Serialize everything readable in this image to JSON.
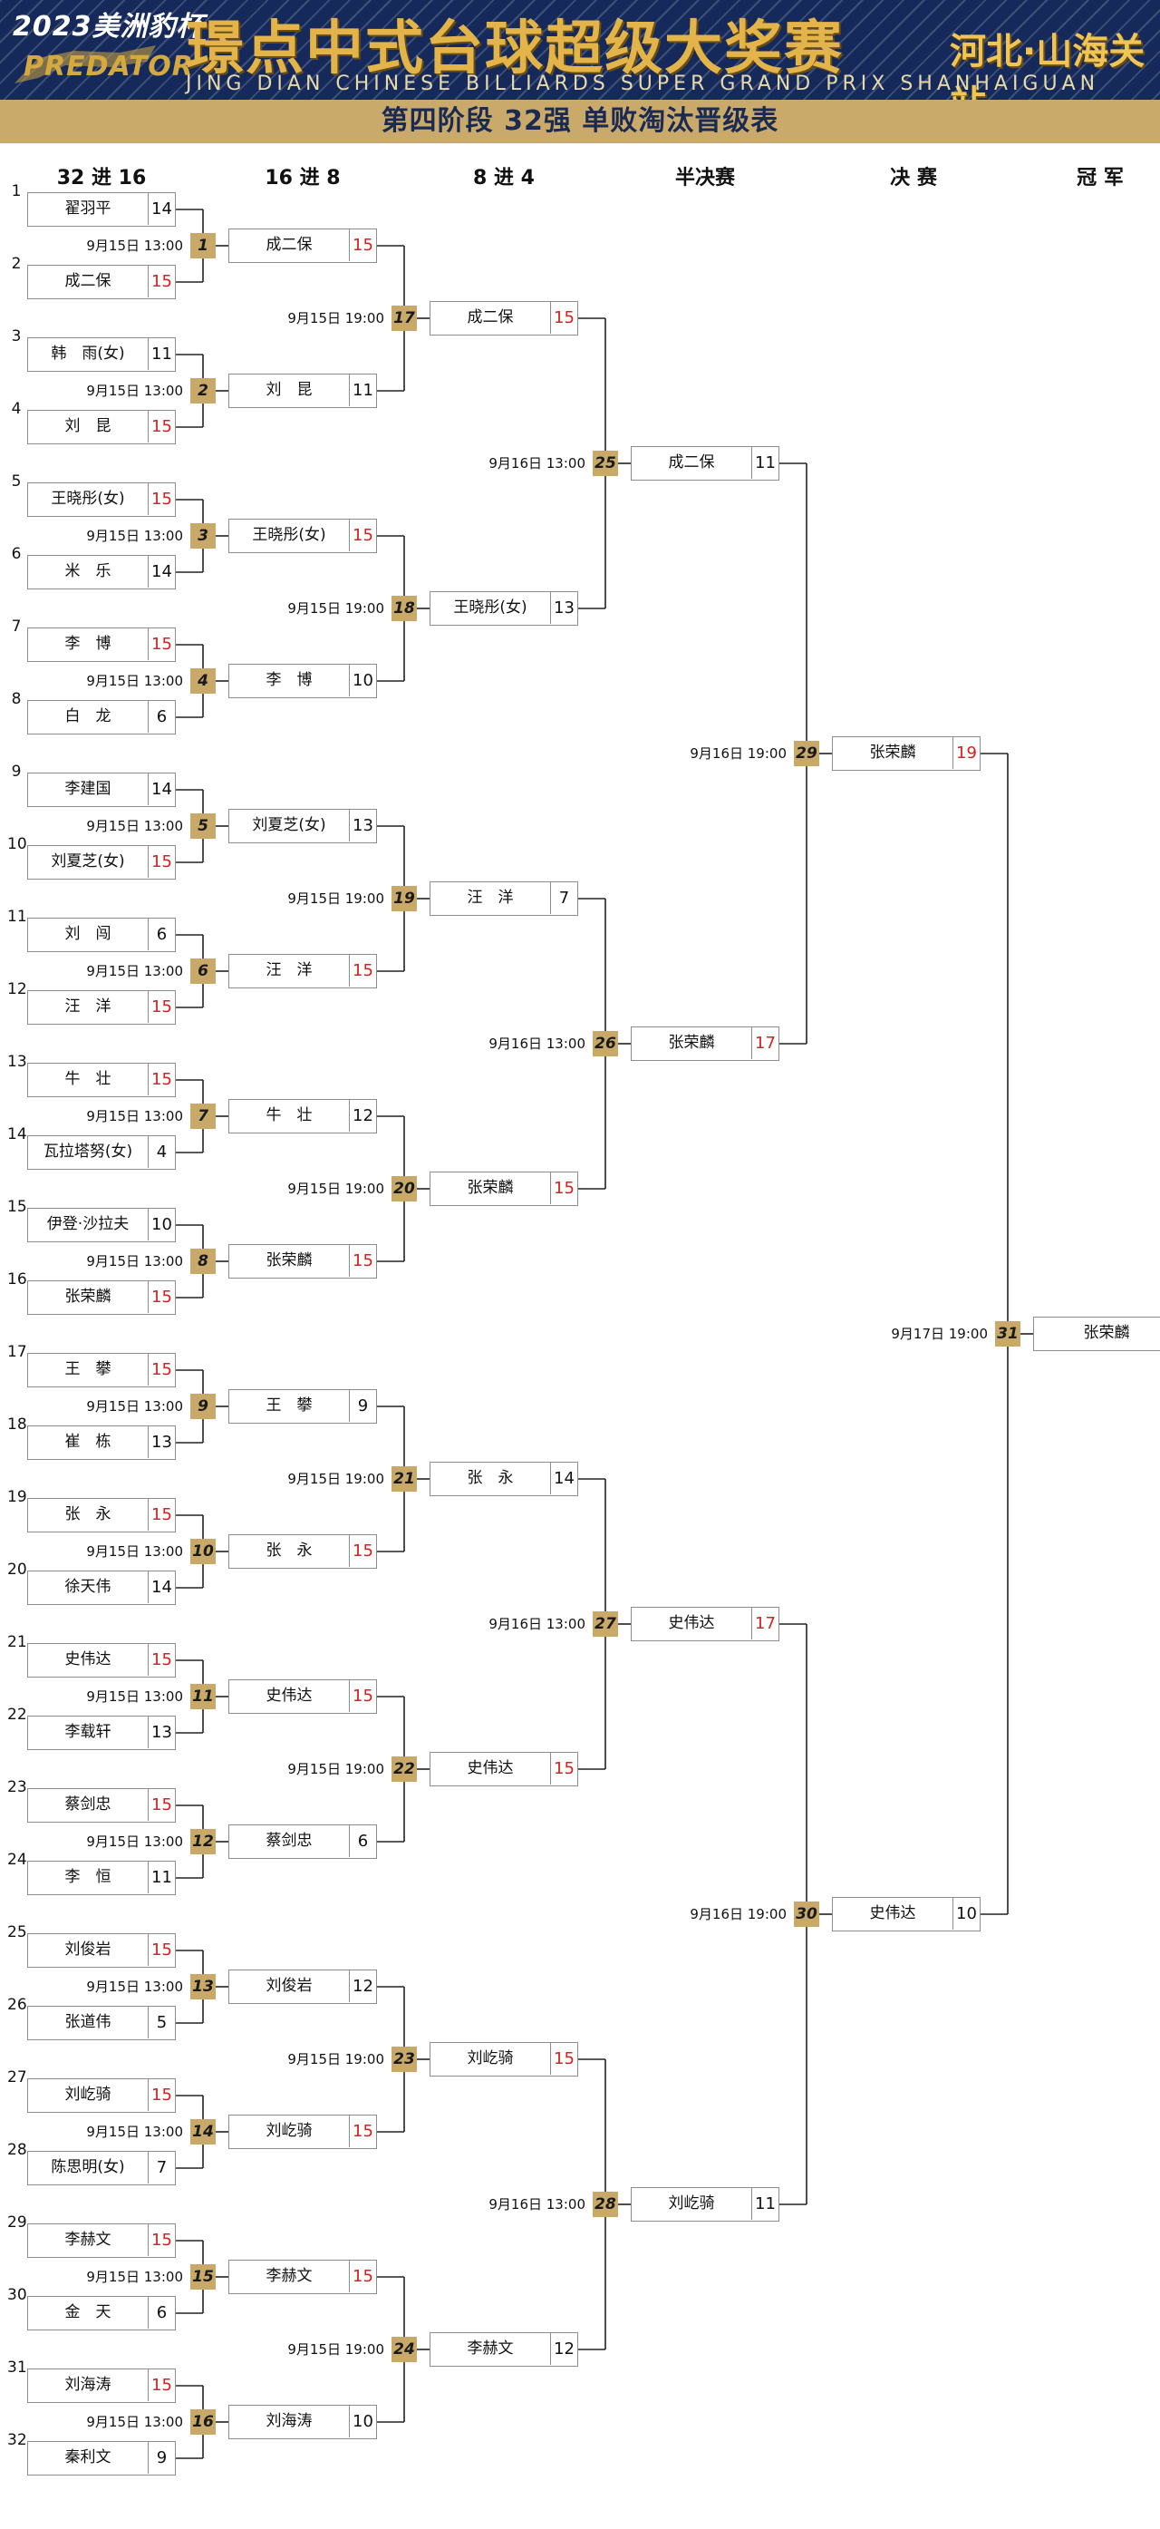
{
  "header": {
    "cup": "2023美洲豹杯",
    "brand": "PREDATOR",
    "title": "璟点中式台球超级大奖赛",
    "station": "河北·山海关站",
    "subtitle": "JING DIAN CHINESE BILLIARDS SUPER GRAND PRIX SHANHAIGUAN",
    "stage": "第四阶段 32强 单败淘汰晋级表"
  },
  "rounds": [
    "32 进 16",
    "16 进 8",
    "8 进 4",
    "半决赛",
    "决 赛",
    "冠 军"
  ],
  "r1": [
    {
      "seed": "1",
      "name": "翟羽平",
      "score": "14"
    },
    {
      "seed": "2",
      "name": "成二保",
      "score": "15"
    },
    {
      "seed": "3",
      "name": "韩　雨(女)",
      "score": "11"
    },
    {
      "seed": "4",
      "name": "刘　昆",
      "score": "15"
    },
    {
      "seed": "5",
      "name": "王晓彤(女)",
      "score": "15"
    },
    {
      "seed": "6",
      "name": "米　乐",
      "score": "14"
    },
    {
      "seed": "7",
      "name": "李　博",
      "score": "15"
    },
    {
      "seed": "8",
      "name": "白　龙",
      "score": "6"
    },
    {
      "seed": "9",
      "name": "李建国",
      "score": "14"
    },
    {
      "seed": "10",
      "name": "刘夏芝(女)",
      "score": "15"
    },
    {
      "seed": "11",
      "name": "刘　闯",
      "score": "6"
    },
    {
      "seed": "12",
      "name": "汪　洋",
      "score": "15"
    },
    {
      "seed": "13",
      "name": "牛　壮",
      "score": "15"
    },
    {
      "seed": "14",
      "name": "瓦拉塔努(女)",
      "score": "4"
    },
    {
      "seed": "15",
      "name": "伊登·沙拉夫",
      "score": "10"
    },
    {
      "seed": "16",
      "name": "张荣麟",
      "score": "15"
    },
    {
      "seed": "17",
      "name": "王　攀",
      "score": "15"
    },
    {
      "seed": "18",
      "name": "崔　栋",
      "score": "13"
    },
    {
      "seed": "19",
      "name": "张　永",
      "score": "15"
    },
    {
      "seed": "20",
      "name": "徐天伟",
      "score": "14"
    },
    {
      "seed": "21",
      "name": "史伟达",
      "score": "15"
    },
    {
      "seed": "22",
      "name": "李载轩",
      "score": "13"
    },
    {
      "seed": "23",
      "name": "蔡剑忠",
      "score": "15"
    },
    {
      "seed": "24",
      "name": "李　恒",
      "score": "11"
    },
    {
      "seed": "25",
      "name": "刘俊岩",
      "score": "15"
    },
    {
      "seed": "26",
      "name": "张道伟",
      "score": "5"
    },
    {
      "seed": "27",
      "name": "刘屹骑",
      "score": "15"
    },
    {
      "seed": "28",
      "name": "陈思明(女)",
      "score": "7"
    },
    {
      "seed": "29",
      "name": "李赫文",
      "score": "15"
    },
    {
      "seed": "30",
      "name": "金　天",
      "score": "6"
    },
    {
      "seed": "31",
      "name": "刘海涛",
      "score": "15"
    },
    {
      "seed": "32",
      "name": "秦利文",
      "score": "9"
    }
  ],
  "r2": [
    {
      "name": "成二保",
      "score": "15"
    },
    {
      "name": "刘　昆",
      "score": "11"
    },
    {
      "name": "王晓彤(女)",
      "score": "15"
    },
    {
      "name": "李　博",
      "score": "10"
    },
    {
      "name": "刘夏芝(女)",
      "score": "13"
    },
    {
      "name": "汪　洋",
      "score": "15"
    },
    {
      "name": "牛　壮",
      "score": "12"
    },
    {
      "name": "张荣麟",
      "score": "15"
    },
    {
      "name": "王　攀",
      "score": "9"
    },
    {
      "name": "张　永",
      "score": "15"
    },
    {
      "name": "史伟达",
      "score": "15"
    },
    {
      "name": "蔡剑忠",
      "score": "6"
    },
    {
      "name": "刘俊岩",
      "score": "12"
    },
    {
      "name": "刘屹骑",
      "score": "15"
    },
    {
      "name": "李赫文",
      "score": "15"
    },
    {
      "name": "刘海涛",
      "score": "10"
    }
  ],
  "r3": [
    {
      "name": "成二保",
      "score": "15"
    },
    {
      "name": "王晓彤(女)",
      "score": "13"
    },
    {
      "name": "汪　洋",
      "score": "7"
    },
    {
      "name": "张荣麟",
      "score": "15"
    },
    {
      "name": "张　永",
      "score": "14"
    },
    {
      "name": "史伟达",
      "score": "15"
    },
    {
      "name": "刘屹骑",
      "score": "15"
    },
    {
      "name": "李赫文",
      "score": "12"
    }
  ],
  "r4": [
    {
      "name": "成二保",
      "score": "11"
    },
    {
      "name": "张荣麟",
      "score": "17"
    },
    {
      "name": "史伟达",
      "score": "17"
    },
    {
      "name": "刘屹骑",
      "score": "11"
    }
  ],
  "r5": [
    {
      "name": "张荣麟",
      "score": "19"
    },
    {
      "name": "史伟达",
      "score": "10"
    }
  ],
  "champion": {
    "name": "张荣麟"
  },
  "m1": {
    "date": "9月15日 13:00",
    "nums": [
      "1",
      "2",
      "3",
      "4",
      "5",
      "6",
      "7",
      "8",
      "9",
      "10",
      "11",
      "12",
      "13",
      "14",
      "15",
      "16"
    ]
  },
  "m2": {
    "date": "9月15日 19:00",
    "nums": [
      "17",
      "18",
      "19",
      "20",
      "21",
      "22",
      "23",
      "24"
    ]
  },
  "m3": {
    "date": "9月16日 13:00",
    "nums": [
      "25",
      "26",
      "27",
      "28"
    ]
  },
  "m4": {
    "date": "9月16日 19:00",
    "nums": [
      "29",
      "30"
    ]
  },
  "m5": {
    "date": "9月17日 19:00",
    "nums": [
      "31"
    ]
  },
  "colors": {
    "navy": "#15295a",
    "gold": "#c8a96a",
    "win": "#d42020"
  }
}
